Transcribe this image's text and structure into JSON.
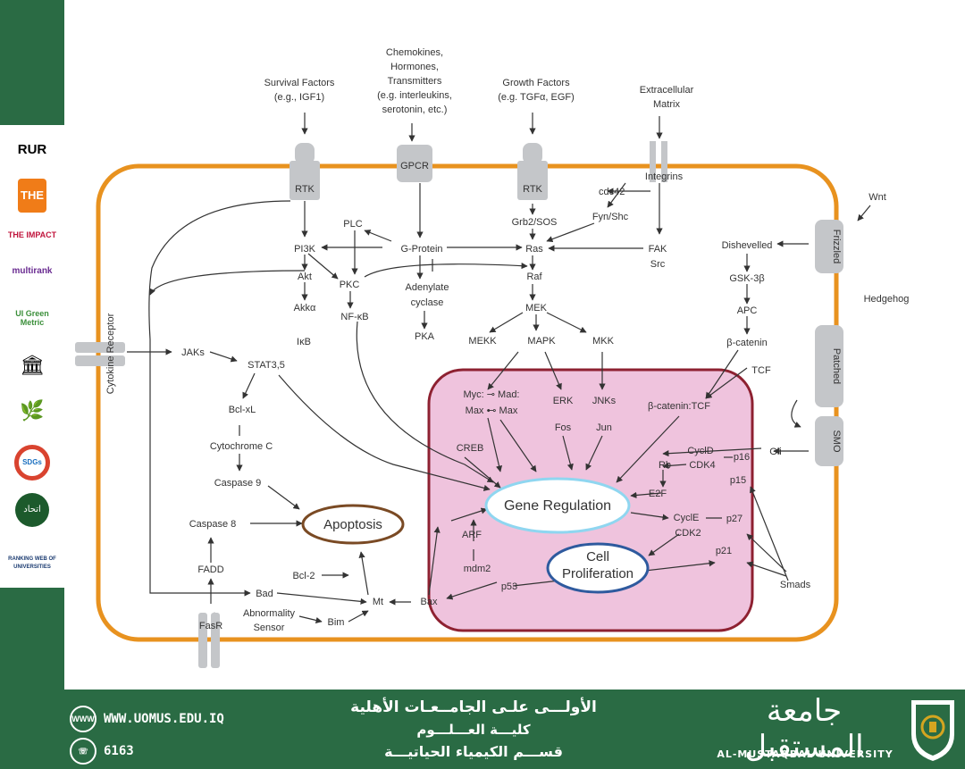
{
  "diagram": {
    "top_inputs": {
      "survival": [
        "Survival Factors",
        "(e.g., IGF1)"
      ],
      "chemokines": [
        "Chemokines,",
        "Hormones,",
        "Transmitters",
        "(e.g. interleukins,",
        "serotonin, etc.)"
      ],
      "growth": [
        "Growth Factors",
        "(e.g. TGFα, EGF)"
      ],
      "ecm": [
        "Extracellular",
        "Matrix"
      ],
      "wnt": "Wnt",
      "hedgehog": "Hedgehog"
    },
    "receptors": {
      "rtk1": "RTK",
      "gpcr": "GPCR",
      "rtk2": "RTK",
      "integrins": "Integrins",
      "frizzled": "Frizzled",
      "patched": "Patched",
      "smo": "SMO",
      "cytokine": "Cytokine Receptor",
      "fasr": "FasR"
    },
    "nodes": {
      "cdc42": "cdc42",
      "fyn_shc": "Fyn/Shc",
      "plc": "PLC",
      "g_protein": "G-Protein",
      "grb2_sos": "Grb2/SOS",
      "ras": "Ras",
      "fak": "FAK",
      "src": "Src",
      "pi3k": "PI3K",
      "akt": "Akt",
      "akk": "Akkα",
      "pkc": "PKC",
      "nfkb": "NF-κB",
      "ikb": "IκB",
      "adenylate": "Adenylate",
      "cyclase": "cyclase",
      "pka": "PKA",
      "raf": "Raf",
      "mek": "MEK",
      "mekk": "MEKK",
      "mapk": "MAPK",
      "mkk": "MKK",
      "dishevelled": "Dishevelled",
      "gsk": "GSK-3β",
      "apc": "APC",
      "beta_catenin": "β-catenin",
      "tcf": "TCF",
      "jaks": "JAKs",
      "stat": "STAT3,5",
      "bclxl": "Bcl-xL",
      "cytc": "Cytochrome C",
      "casp9": "Caspase 9",
      "casp8": "Caspase 8",
      "fadd": "FADD",
      "bcl2": "Bcl-2",
      "bad": "Bad",
      "mt": "Mt",
      "abnormality": "Abnormality",
      "sensor": "Sensor",
      "bim": "Bim",
      "bax": "Bax",
      "myc_mad_1": "Myc: ⊸ Mad:",
      "myc_mad_2": "Max ⊷ Max",
      "erk": "ERK",
      "fos": "Fos",
      "jnks": "JNKs",
      "jun": "Jun",
      "bcat_tcf": "β-catenin:TCF",
      "creb": "CREB",
      "cycld": "CyclD",
      "cdk4": "CDK4",
      "rb": "Rb",
      "p16": "p16",
      "p15": "p15",
      "e2f": "E2F",
      "gli": "Gli",
      "arf": "ARF",
      "mdm2": "mdm2",
      "p53": "p53",
      "cycle": "CyclE",
      "cdk2": "CDK2",
      "p27": "p27",
      "p21": "p21",
      "smads": "Smads"
    },
    "outcomes": {
      "gene_regulation": "Gene Regulation",
      "cell": "Cell",
      "proliferation": "Proliferation",
      "apoptosis": "Apoptosis"
    }
  },
  "sidebar": {
    "badges": [
      {
        "label": "RUR",
        "color": "#1f7fc4"
      },
      {
        "label": "THE",
        "color": "#f07c18"
      },
      {
        "label": "THE IMPACT",
        "color": "#c0143c"
      },
      {
        "label": "multirank",
        "color": "#6a2c91"
      },
      {
        "label": "UI Green Metric",
        "color": "#3b8f3a"
      },
      {
        "label": "🏛",
        "color": "#111111"
      },
      {
        "label": "🌿",
        "color": "#2c7d3a"
      },
      {
        "label": "SDGs",
        "color": "#d9432f"
      },
      {
        "label": "اتحاد",
        "color": "#1c5a2c"
      },
      {
        "label": "RANKING WEB OF UNIVERSITIES",
        "color": "#1a3a70"
      }
    ]
  },
  "footer": {
    "website": "WWW.UOMUS.EDU.IQ",
    "phone": "6163",
    "line1": "الأولـــى علـى الجامــعـات الأهلية",
    "line2": "كليـــة العـــلـــوم",
    "line3": "قســـم الكيمياء الحياتيـــة",
    "university_ar": "جامعة المستقبل",
    "university_en": "AL-MUSTAQBAL UNIVERSITY"
  },
  "colors": {
    "green": "#2a6b44",
    "cell_border": "#e8921f",
    "nucleus_fill": "#efc3dd",
    "nucleus_border": "#8e2131",
    "gene_reg_border": "#8fd6f0",
    "prolif_border": "#2e5a9e",
    "apoptosis_border": "#7a4a24",
    "receptor": "#c4c6c9"
  }
}
